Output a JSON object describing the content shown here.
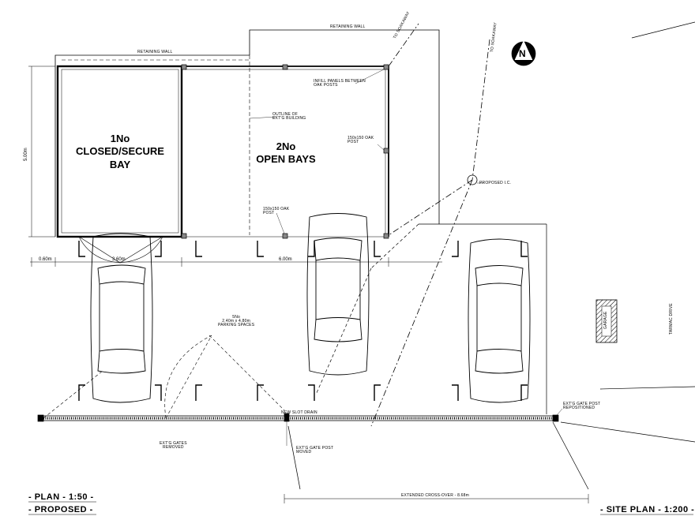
{
  "labels": {
    "retaining_wall_left": "RETAINING WALL",
    "retaining_wall_right": "RETAINING WALL",
    "closed_bay": "1No\nCLOSED/SECURE\nBAY",
    "open_bays": "2No\nOPEN BAYS",
    "outline_existing": "OUTLINE OF\nEXT'G BUILDING",
    "infill_panels": "INFILL PANELS BETWEEN\nOAK POSTS",
    "oak_post_right": "150x150 OAK\nPOST",
    "oak_post_mid": "150x150 OAK\nPOST",
    "proposed_ic": "PROPOSED I.C.",
    "to_soakaway_1": "TO SOAKAWAY",
    "to_soakaway_2": "TO SOAKAWAY",
    "parking_spaces": "5No\n2.40m x 4.80m\nPARKING SPACES",
    "new_slot_drain": "NEW SLOT DRAIN",
    "gate_post_repositioned": "EXT'G GATE POST\nREPOSITIONED",
    "gates_removed": "EXT'G GATES\nREMOVED",
    "gate_post_moved": "EXT'G GATE POST\nMOVED",
    "extended_crossover": "EXTENDED CROSS-OVER - 8.68m",
    "garage": "GARAGE",
    "tarmac_drive": "TARMAC DRIVE"
  },
  "dimensions": {
    "height_5m": "5.00m",
    "d_060": "0.60m",
    "d_360": "3.60m",
    "d_600": "6.00m"
  },
  "titles": {
    "plan": "- PLAN - 1:50 -",
    "proposed": "- PROPOSED -",
    "site_plan": "- SITE PLAN - 1:200 -"
  },
  "north_arrow": "N"
}
